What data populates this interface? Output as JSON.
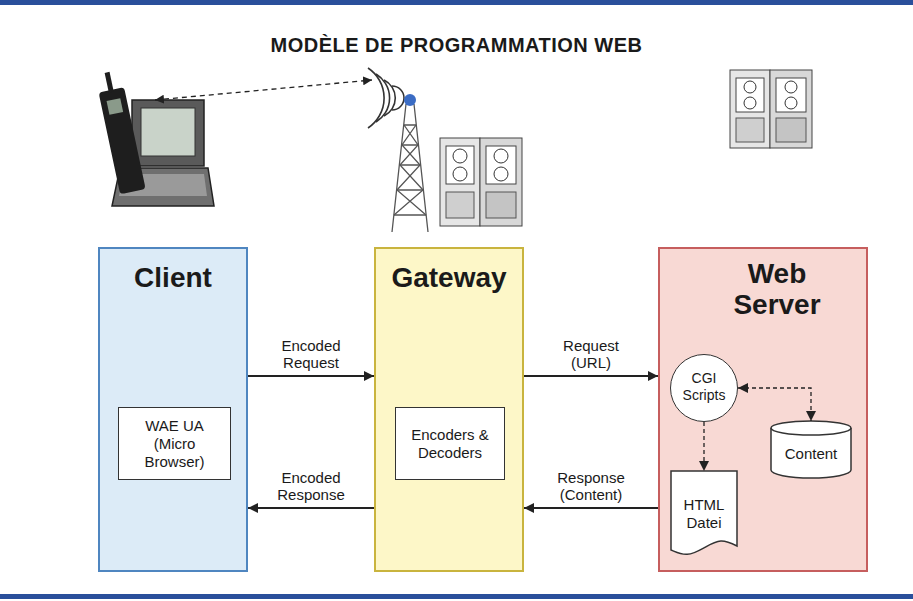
{
  "diagram": {
    "title": "MODÈLE DE PROGRAMMATION WEB",
    "nodes": [
      {
        "text": [
          "Client"
        ]
      },
      {
        "text": [
          "WAE UA (Micro Browser)"
        ],
        "in": 0
      },
      {
        "text": [
          "Gateway"
        ]
      },
      {
        "text": [
          "Encoders & Decoders"
        ],
        "in": 2
      },
      {
        "text": [
          "Web Server"
        ]
      },
      {
        "text": [
          "CGI Scripts"
        ],
        "in": 4
      },
      {
        "text": [
          "Content"
        ],
        "in": 4
      },
      {
        "text": [
          "HTML Datei"
        ],
        "in": 4
      }
    ],
    "edges": [
      {
        "from": 0,
        "to": 2,
        "label": "Encoded Request",
        "arrow": "to"
      },
      {
        "from": 2,
        "to": 0,
        "label": "Encoded Response",
        "arrow": "to"
      },
      {
        "from": 2,
        "to": 4,
        "label": "Request (URL)",
        "arrow": "to"
      },
      {
        "from": 4,
        "to": 2,
        "label": "Response (Content)",
        "arrow": "to"
      },
      {
        "from": 5,
        "to": 6,
        "arrow": "both"
      },
      {
        "from": 5,
        "to": 7,
        "arrow": "to"
      }
    ]
  }
}
